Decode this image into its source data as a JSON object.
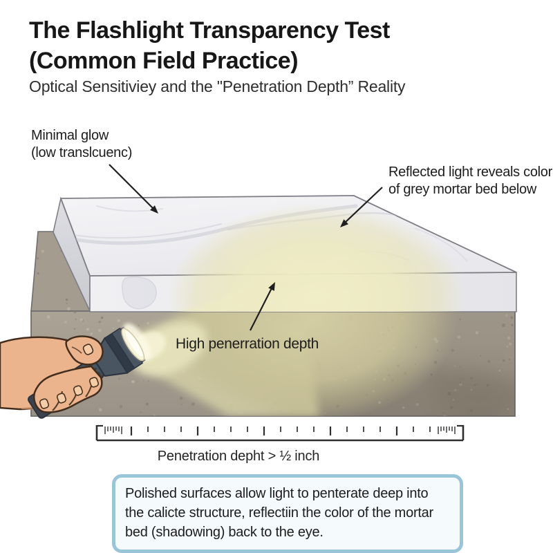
{
  "header": {
    "title_line1": "The Flashlight Transparency Test",
    "title_line2": "(Common Field Practice)",
    "subtitle": "Optical Sensitiviey and the \"Penetration Depth” Reality"
  },
  "annotations": {
    "minimal_glow_line1": "Minimal glow",
    "minimal_glow_line2": "(low translcuenc)",
    "reflected_line1": "Reflected light reveals color",
    "reflected_line2": "of grey mortar bed below",
    "high_penetration": "High penerration depth"
  },
  "ruler": {
    "caption": "Penetration depht > ½ inch"
  },
  "caption_box": {
    "text": "Polished surfaces allow light to penterate deep into the calicte structure, reflectiin the color of the mortar bed (shadowing) back to the eye."
  },
  "colors": {
    "beam_on_slab": "#eeebc5",
    "beam_on_mortar": "#cdc79e",
    "mortar": "#a59d91",
    "marble": "#f2f2f5",
    "flashlight_body": "#4a5562",
    "skin": "#ecb48c",
    "caption_border": "#99c5d9",
    "caption_bg": "#f5fafd",
    "text": "#1d1d1d"
  }
}
